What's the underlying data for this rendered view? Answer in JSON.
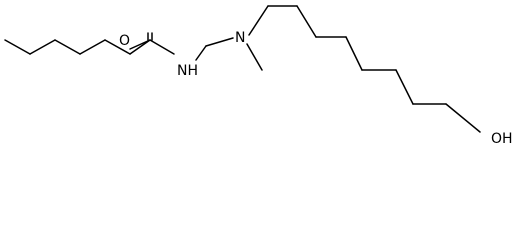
{
  "molecule": {
    "atom_labels": {
      "carbonyl_oxygen": "O",
      "amide_nitrogen": "NH",
      "amine_nitrogen": "N",
      "hydroxyl": "OH"
    },
    "colors": {
      "bond": "#000000",
      "label": "#000000",
      "background": "#ffffff"
    }
  }
}
